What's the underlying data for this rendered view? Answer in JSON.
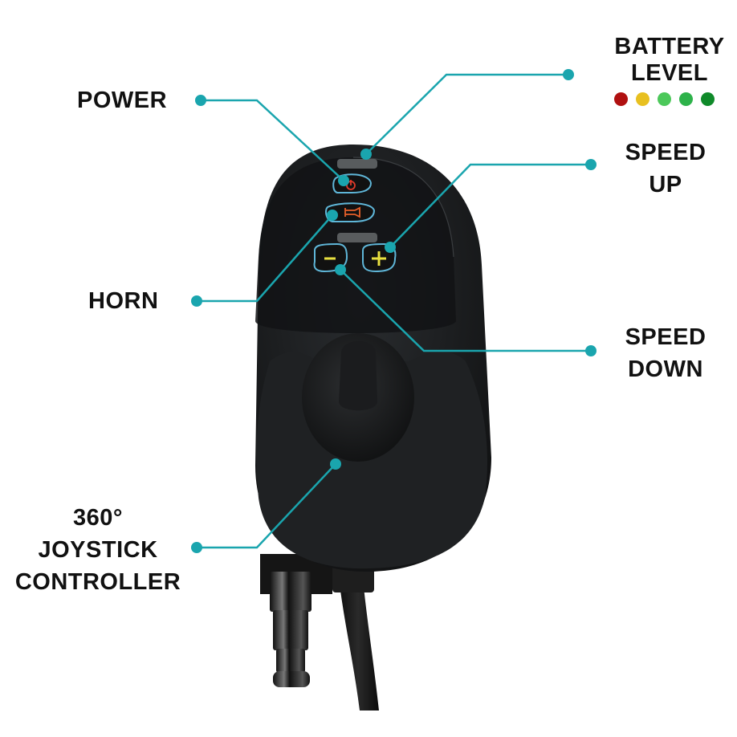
{
  "labels": {
    "power": "POWER",
    "horn": "HORN",
    "battery_line1": "BATTERY",
    "battery_line2": "LEVEL",
    "speed_up_line1": "SPEED",
    "speed_up_line2": "UP",
    "speed_down_line1": "SPEED",
    "speed_down_line2": "DOWN",
    "joystick_line1": "360°",
    "joystick_line2": "JOYSTICK",
    "joystick_line3": "CONTROLLER"
  },
  "battery_indicator": {
    "colors": [
      "#b01010",
      "#e8c020",
      "#4cc85a",
      "#2db24a",
      "#0f8a2a"
    ]
  },
  "device": {
    "buttons": {
      "power_symbol": "⏻",
      "horn_symbol": "horn",
      "minus_symbol": "−",
      "plus_symbol": "+"
    }
  },
  "colors": {
    "callout": "#1aa5ae",
    "body": "#1c1e20",
    "power_icon": "#e03a2a",
    "horn_icon": "#e8602a",
    "speed_icon": "#e8e040",
    "button_outline": "#5fb6d8"
  }
}
